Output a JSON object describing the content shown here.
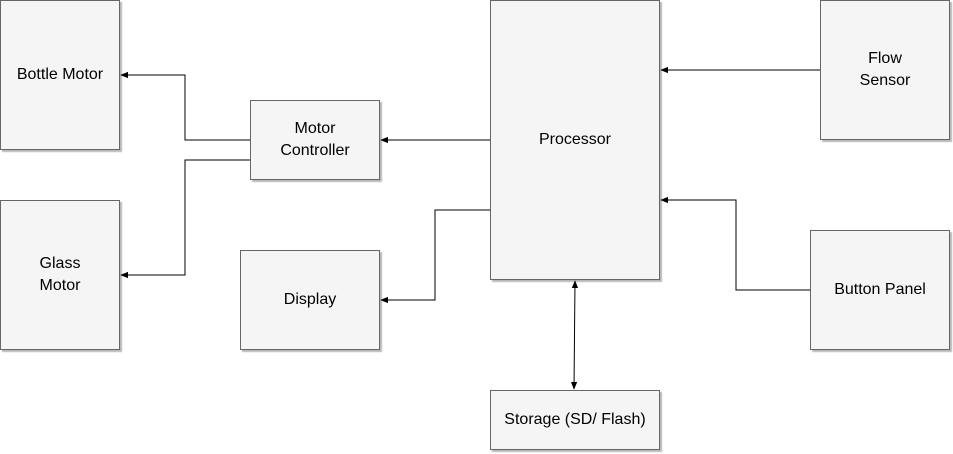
{
  "diagram": {
    "blocks": {
      "bottle_motor": "Bottle Motor",
      "glass_motor": "Glass\nMotor",
      "motor_controller": "Motor\nController",
      "display": "Display",
      "processor": "Processor",
      "storage": "Storage (SD/ Flash)",
      "flow_sensor": "Flow\nSensor",
      "button_panel": "Button Panel"
    },
    "connections": [
      {
        "from": "motor_controller",
        "to": "bottle_motor",
        "direction": "one-way"
      },
      {
        "from": "motor_controller",
        "to": "glass_motor",
        "direction": "one-way"
      },
      {
        "from": "processor",
        "to": "motor_controller",
        "direction": "one-way"
      },
      {
        "from": "processor",
        "to": "display",
        "direction": "one-way"
      },
      {
        "from": "flow_sensor",
        "to": "processor",
        "direction": "one-way"
      },
      {
        "from": "button_panel",
        "to": "processor",
        "direction": "one-way"
      },
      {
        "from": "processor",
        "to": "storage",
        "direction": "two-way"
      }
    ],
    "colors": {
      "block_fill": "#f5f5f5",
      "block_border": "#666666",
      "wire": "#000000"
    }
  }
}
